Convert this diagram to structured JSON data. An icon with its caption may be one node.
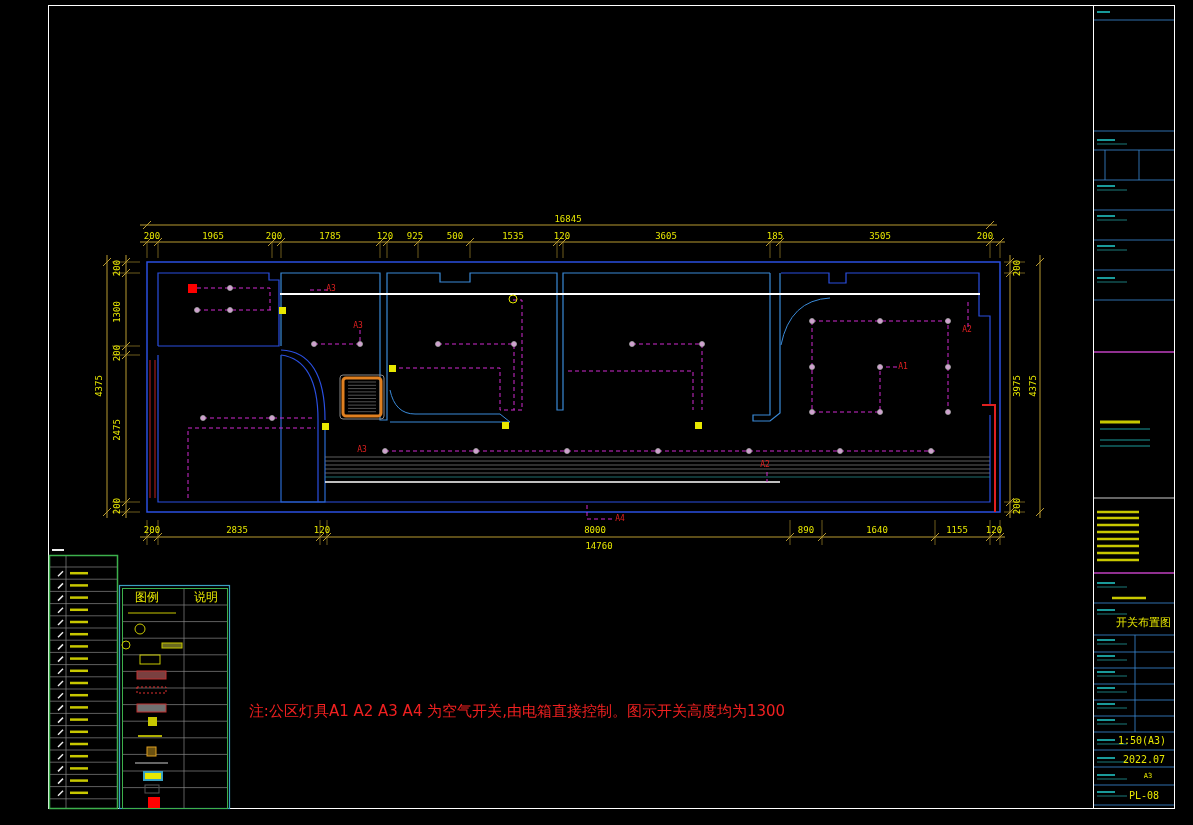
{
  "diagram": {
    "labels": [
      "16845",
      "200",
      "1965",
      "200",
      "1785",
      "120",
      "925",
      "500",
      "1535",
      "120",
      "3605",
      "185",
      "3505",
      "200",
      "200",
      "1300",
      "200",
      "2475",
      "200",
      "4375",
      "200",
      "3975",
      "200",
      "4375",
      "A3",
      "A3",
      "A2",
      "A1",
      "A3",
      "A2",
      "A4",
      "200",
      "2835",
      "120",
      "8000",
      "890",
      "1640",
      "1155",
      "120",
      "14760",
      "图例",
      "说明",
      "注:公区灯具A1 A2 A3 A4 为空气开关,由电箱直接控制。图示开关高度均为1300",
      "开关布置图",
      "1:50(A3)",
      "2022.07",
      "A3",
      "PL-08"
    ]
  }
}
